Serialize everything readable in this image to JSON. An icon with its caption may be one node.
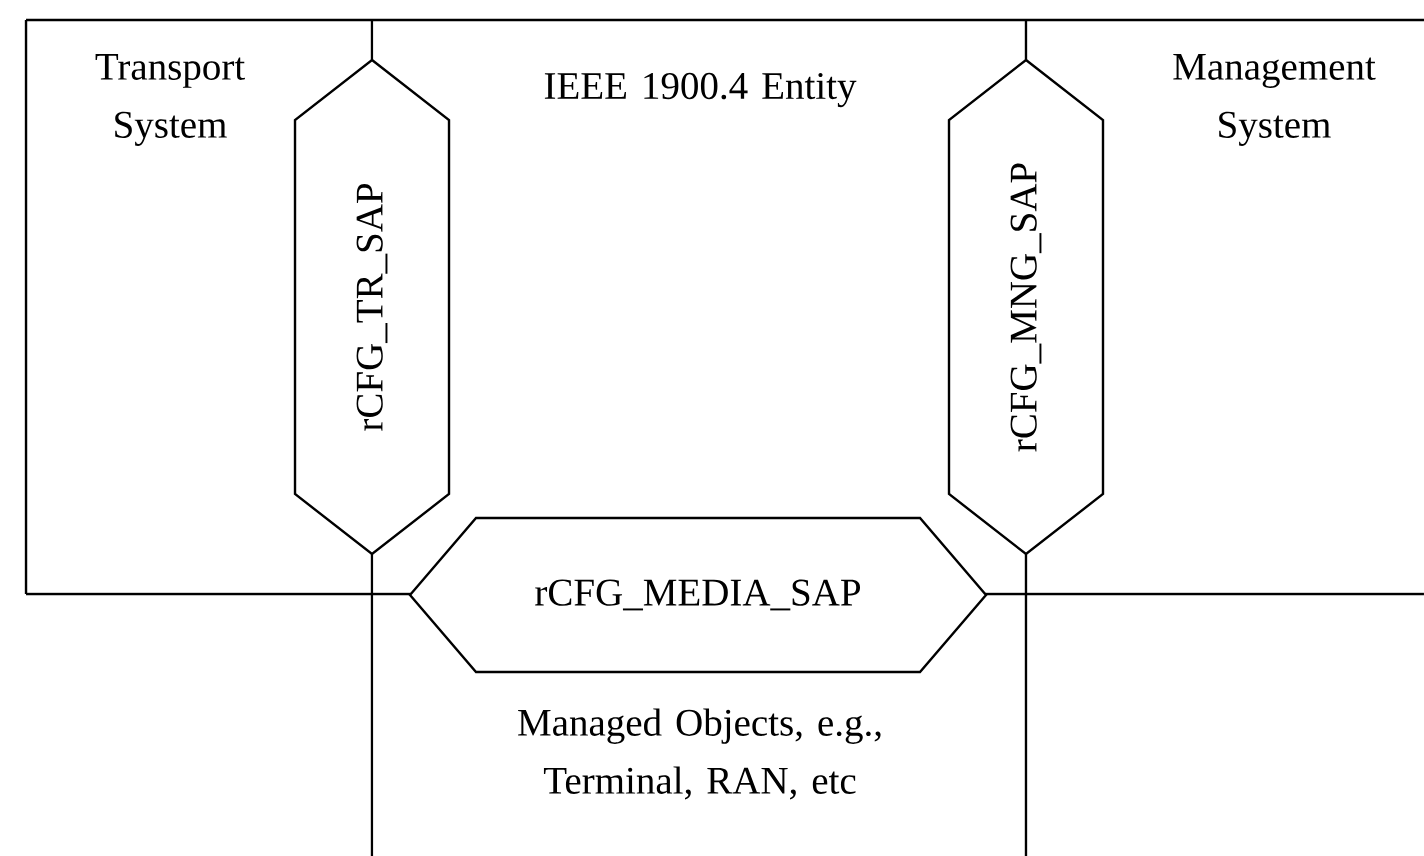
{
  "diagram": {
    "nodes": [
      {
        "text": [
          "rCFG_TR_SAP"
        ]
      },
      {
        "text": [
          "rCFG_MNG_SAP"
        ]
      },
      {
        "text": [
          "rCFG_MEDIA_SAP"
        ]
      }
    ],
    "labels": [
      "Transport System",
      "IEEE 1900.4 Entity",
      "Management System",
      "Managed Objects, e.g., Terminal, RAN, etc"
    ]
  }
}
